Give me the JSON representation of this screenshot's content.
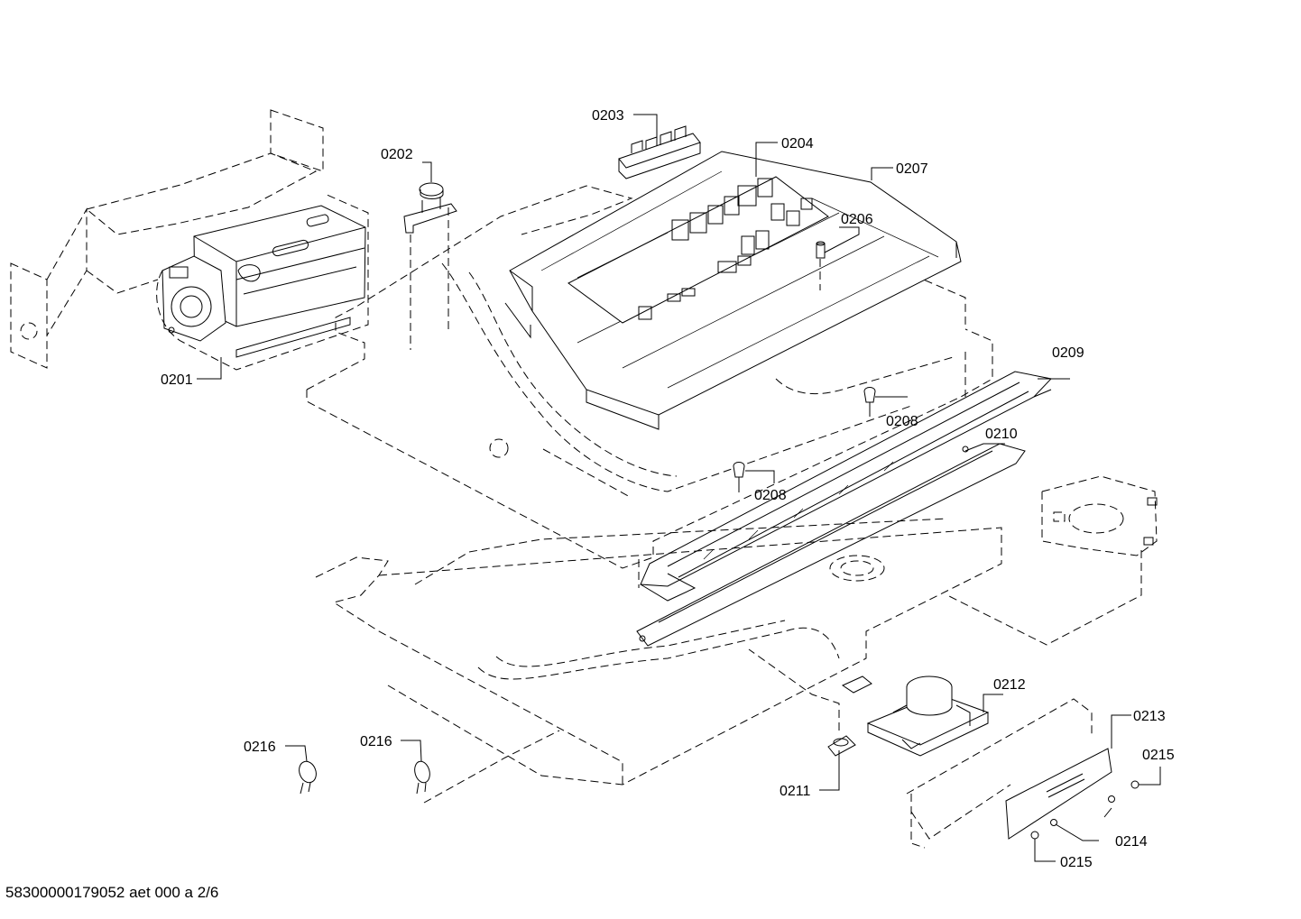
{
  "diagram": {
    "labels": {
      "p0201": "0201",
      "p0202": "0202",
      "p0203": "0203",
      "p0204": "0204",
      "p0206": "0206",
      "p0207": "0207",
      "p0208a": "0208",
      "p0208b": "0208",
      "p0209": "0209",
      "p0210": "0210",
      "p0211": "0211",
      "p0212": "0212",
      "p0213": "0213",
      "p0214": "0214",
      "p0215a": "0215",
      "p0215b": "0215",
      "p0216a": "0216",
      "p0216b": "0216"
    }
  },
  "footer": {
    "doc_id": "58300000179052 aet 000 a 2/6"
  }
}
